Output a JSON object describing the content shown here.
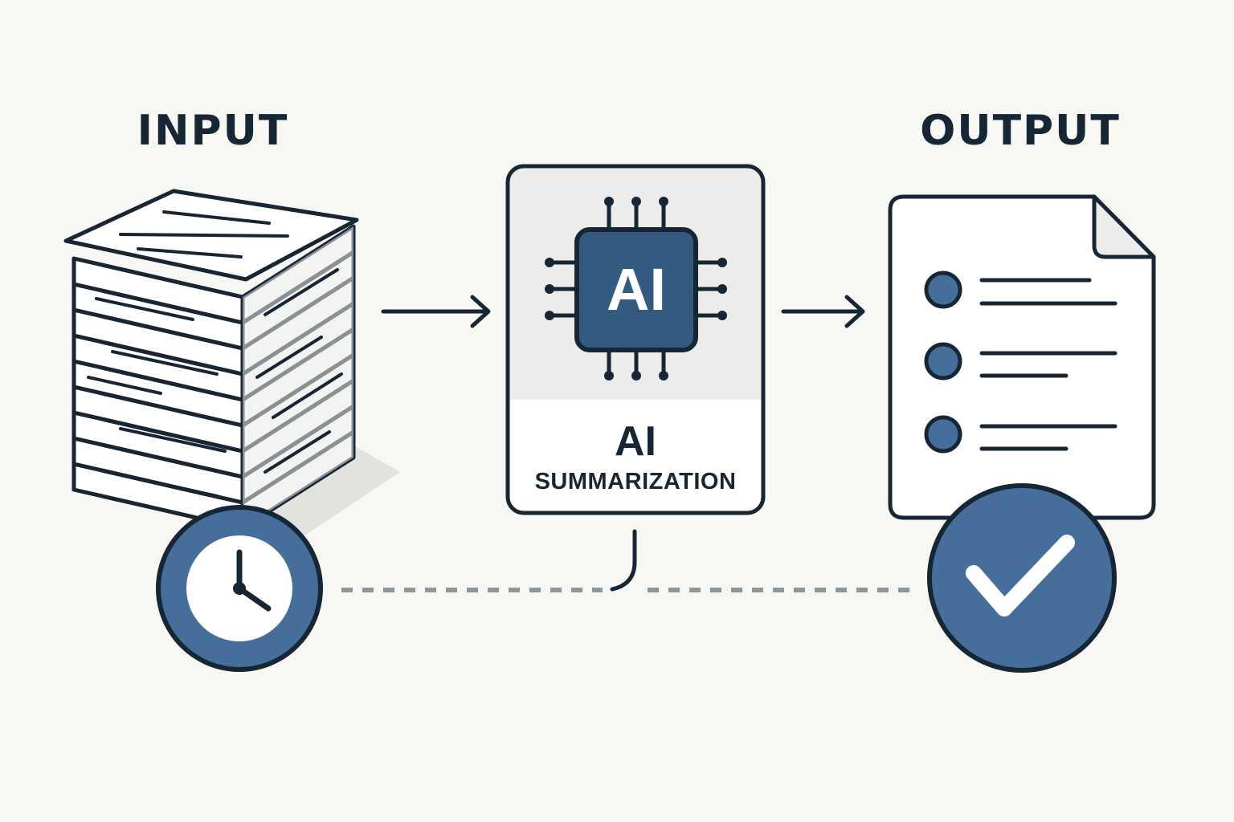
{
  "headings": {
    "input": "INPUT",
    "output": "OUTPUT"
  },
  "ai_card": {
    "chip_label": "AI",
    "title": "AI",
    "subtitle": "SUMMARIZATION"
  },
  "icons": {
    "input": "document-stack-icon",
    "timer": "clock-icon",
    "processor": "ai-chip-icon",
    "output": "bullet-list-document-icon",
    "done": "checkmark-icon"
  },
  "output_document": {
    "bullet_count": 3
  },
  "colors": {
    "background": "#f7f7f4",
    "ink": "#172634",
    "accent_blue": "#456f9a",
    "chip_blue": "#335b82",
    "card_top": "#ececea",
    "paper": "#ffffff",
    "dash": "#8b979b"
  }
}
